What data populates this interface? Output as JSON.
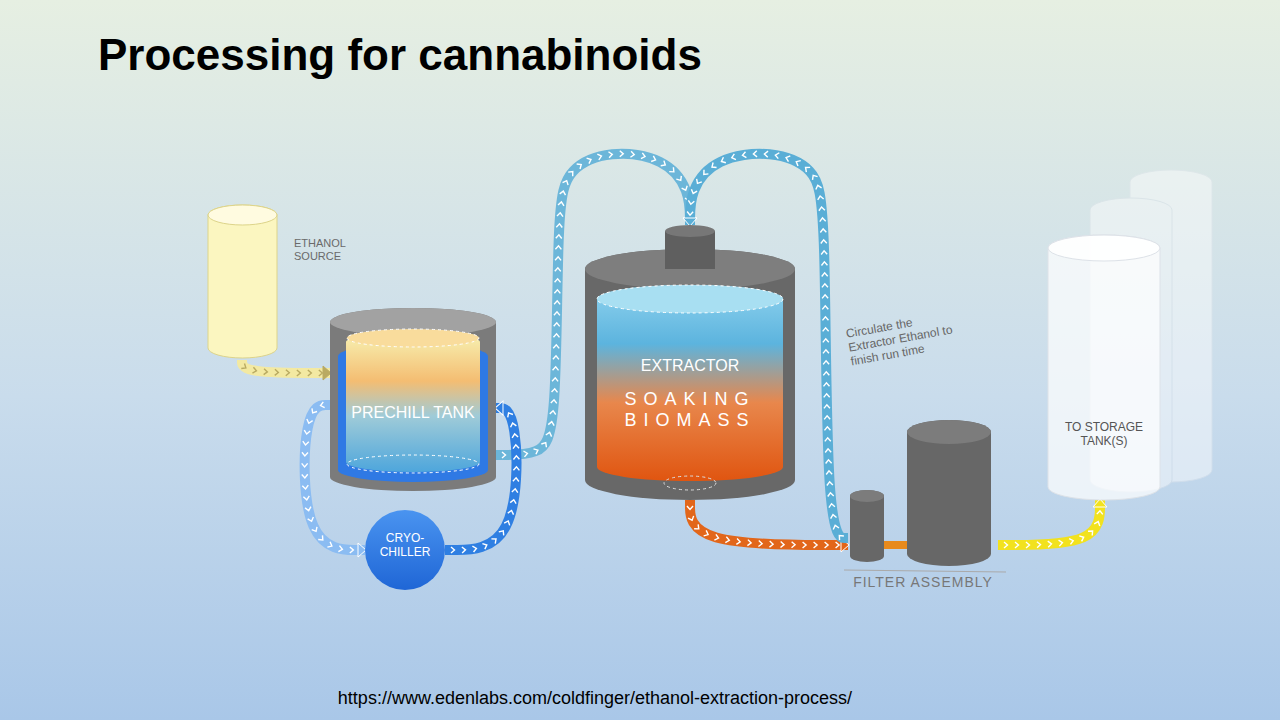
{
  "diagram": {
    "title": "Processing for cannabinoids",
    "caption": "https://www.edenlabs.com/coldfinger/ethanol-extraction-process/",
    "nodes": [
      {
        "text": [
          "ETHANOL SOURCE"
        ]
      },
      {
        "text": [
          "PRECHILL TANK"
        ]
      },
      {
        "text": [
          "CRYO-CHILLER"
        ]
      },
      {
        "text": [
          "EXTRACTOR",
          "SOAKING BIOMASS"
        ]
      },
      {
        "text": [
          "FILTER ASSEMBLY"
        ]
      },
      {
        "text": [
          "TO STORAGE TANK(S)"
        ]
      }
    ],
    "edges": [
      {
        "from": 0,
        "to": 1,
        "arrow": "to"
      },
      {
        "from": 1,
        "to": 3,
        "arrow": "to"
      },
      {
        "from": 1,
        "to": 2,
        "arrow": "to"
      },
      {
        "from": 2,
        "to": 1,
        "arrow": "to"
      },
      {
        "from": 3,
        "to": 4,
        "arrow": "to"
      },
      {
        "from": 4,
        "to": 3,
        "arrow": "to",
        "label": "Circulate the Extractor Ethanol to finish run time"
      },
      {
        "from": 4,
        "to": 5,
        "arrow": "to"
      }
    ]
  }
}
